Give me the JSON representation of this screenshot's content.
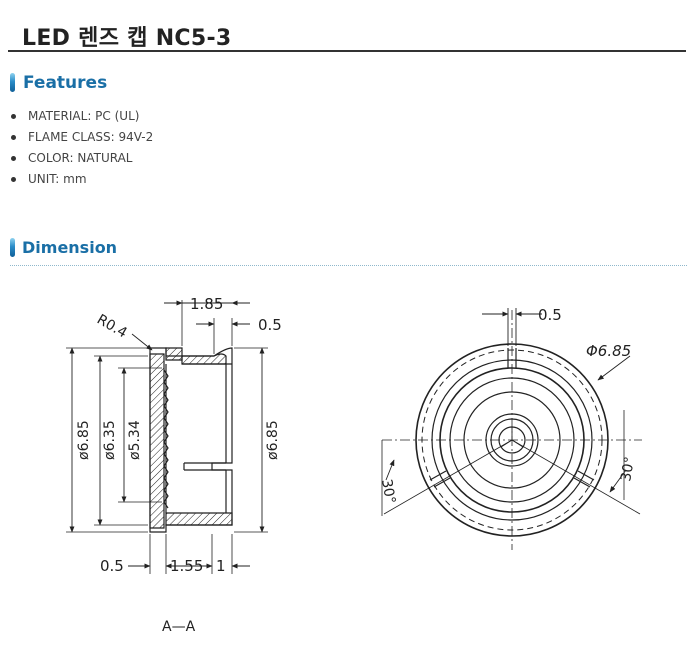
{
  "title": "LED 렌즈 캡 NC5-3",
  "features": {
    "heading": "Features",
    "items": [
      "MATERIAL: PC (UL)",
      "FLAME CLASS: 94V-2",
      "COLOR: NATURAL",
      "UNIT: mm"
    ]
  },
  "dimension": {
    "heading": "Dimension",
    "section_view": {
      "top_width": "1.85",
      "top_gap": "0.5",
      "radius": "R0.4",
      "dia_outer": "ø6.85",
      "dia_mid": "ø6.35",
      "dia_inner": "ø5.34",
      "dia_right": "ø6.85",
      "bottom_left": "0.5",
      "bottom_mid": "1.55",
      "bottom_right": "1",
      "caption": "A—A"
    },
    "top_view": {
      "slot_width": "0.5",
      "diameter": "Φ6.85",
      "angle_left": "30°",
      "angle_right": "30°"
    }
  },
  "colors": {
    "accent": "#1a6fa6",
    "title_rule": "#333333",
    "dotted_rule": "#8fb8cc"
  }
}
